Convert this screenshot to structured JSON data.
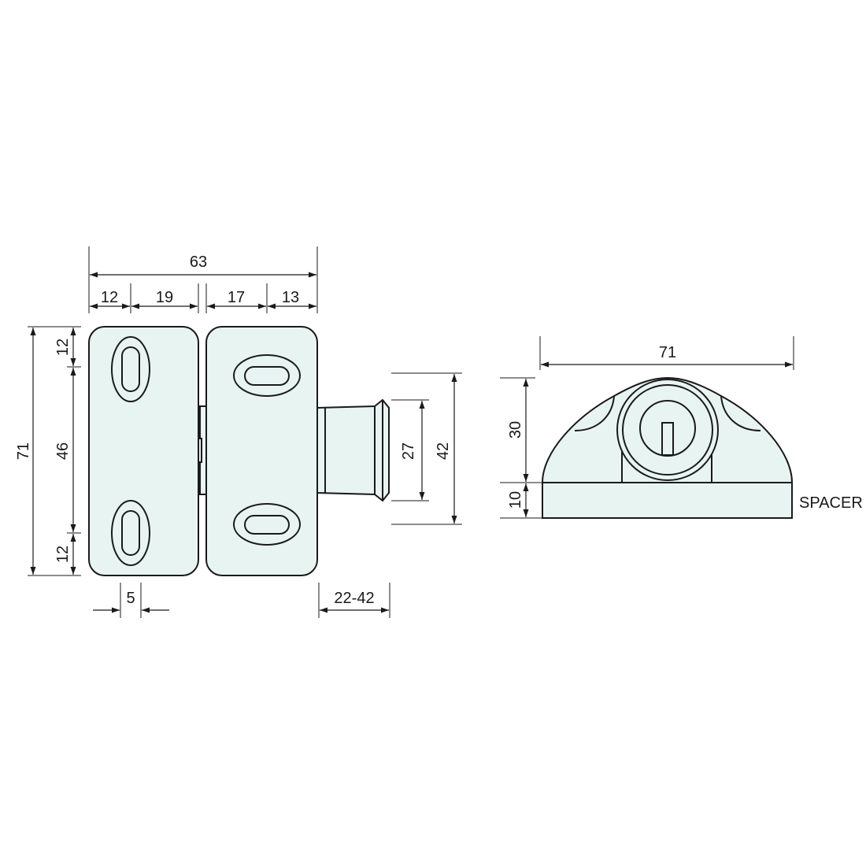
{
  "colors": {
    "part_fill": "#e8f4f2",
    "line": "#1a1a1a"
  },
  "front_view": {
    "overall_width": "63",
    "widths": [
      "12",
      "19",
      "17",
      "13"
    ],
    "overall_height": "71",
    "heights": [
      "12",
      "46",
      "12"
    ],
    "gap": "5",
    "travel": "22-42",
    "plunger_diameter": "27",
    "plunger_span": "42"
  },
  "side_view": {
    "width": "71",
    "height": "30",
    "spacer_height": "10",
    "spacer_label": "SPACER"
  }
}
